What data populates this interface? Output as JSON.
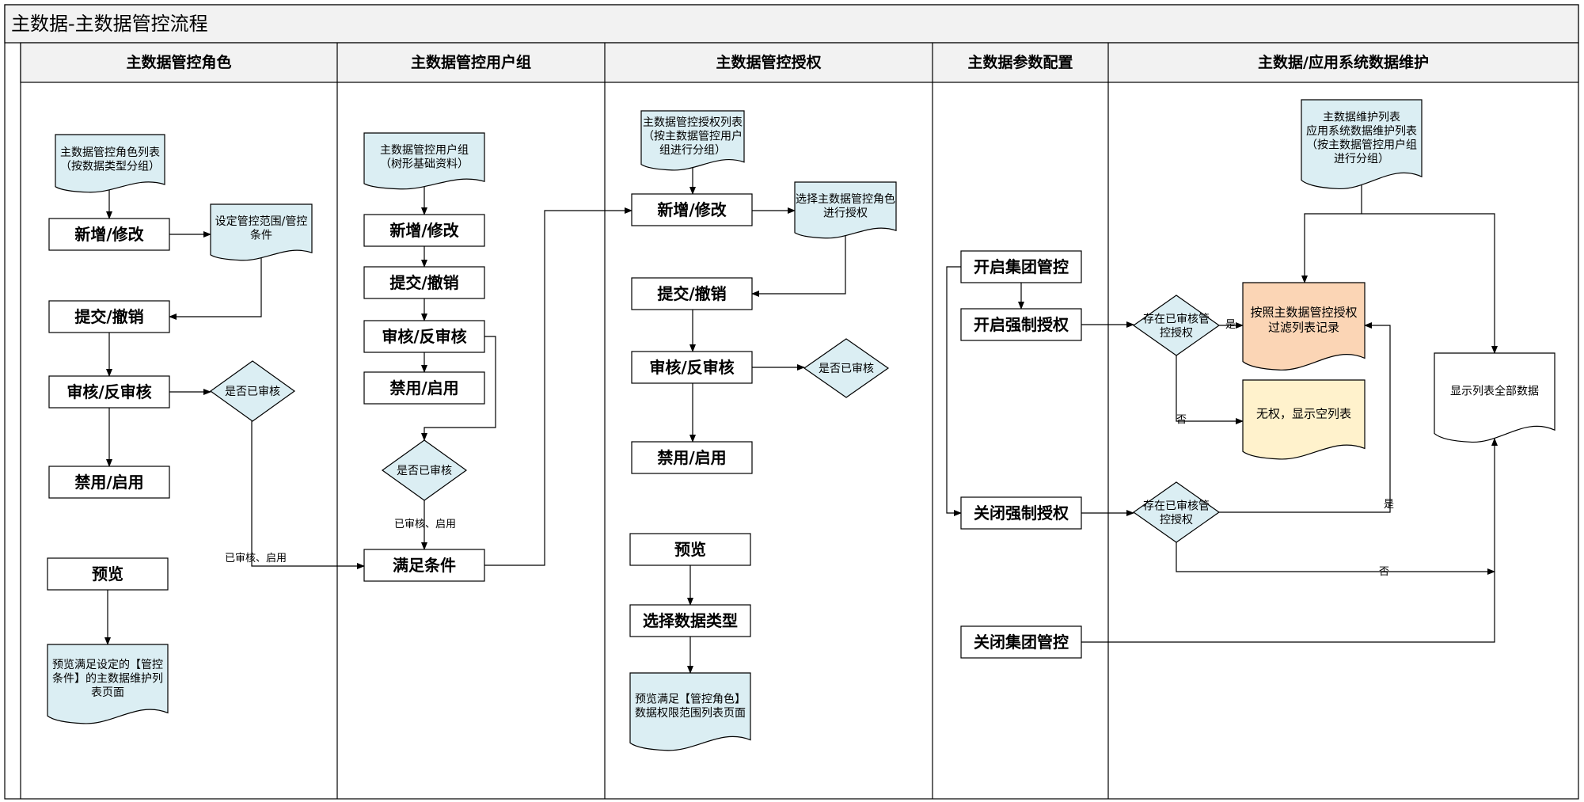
{
  "title": "主数据-主数据管控流程",
  "lanes": [
    {
      "id": "l1",
      "label": "主数据管控角色"
    },
    {
      "id": "l2",
      "label": "主数据管控用户组"
    },
    {
      "id": "l3",
      "label": "主数据管控授权"
    },
    {
      "id": "l4",
      "label": "主数据参数配置"
    },
    {
      "id": "l5",
      "label": "主数据/应用系统数据维护"
    }
  ],
  "nodes": [
    {
      "id": "n1",
      "shape": "doc",
      "lines": [
        "主数据管控角色列表",
        "（按数据类型分组）"
      ]
    },
    {
      "id": "n2",
      "shape": "box",
      "lines": [
        "新增/修改"
      ]
    },
    {
      "id": "n3",
      "shape": "doc",
      "lines": [
        "设定管控范围/管控",
        "条件"
      ]
    },
    {
      "id": "n4",
      "shape": "box",
      "lines": [
        "提交/撤销"
      ]
    },
    {
      "id": "n5",
      "shape": "box",
      "lines": [
        "审核/反审核"
      ]
    },
    {
      "id": "n6",
      "shape": "diamond",
      "lines": [
        "是否已审核"
      ]
    },
    {
      "id": "n7",
      "shape": "box",
      "lines": [
        "禁用/启用"
      ]
    },
    {
      "id": "n8",
      "shape": "box",
      "lines": [
        "预览"
      ]
    },
    {
      "id": "n9",
      "shape": "doc",
      "lines": [
        "预览满足设定的【管控",
        "条件】的主数据维护列",
        "表页面"
      ]
    },
    {
      "id": "m1",
      "shape": "doc",
      "lines": [
        "主数据管控用户组",
        "（树形基础资料）"
      ]
    },
    {
      "id": "m2",
      "shape": "box",
      "lines": [
        "新增/修改"
      ]
    },
    {
      "id": "m3",
      "shape": "box",
      "lines": [
        "提交/撤销"
      ]
    },
    {
      "id": "m4",
      "shape": "box",
      "lines": [
        "审核/反审核"
      ]
    },
    {
      "id": "m5",
      "shape": "box",
      "lines": [
        "禁用/启用"
      ]
    },
    {
      "id": "m6",
      "shape": "diamond",
      "lines": [
        "是否已审核"
      ]
    },
    {
      "id": "m7",
      "shape": "box",
      "lines": [
        "满足条件"
      ]
    },
    {
      "id": "p1",
      "shape": "doc",
      "lines": [
        "主数据管控授权列表",
        "（按主数据管控用户",
        "组进行分组）"
      ]
    },
    {
      "id": "p2",
      "shape": "box",
      "lines": [
        "新增/修改"
      ]
    },
    {
      "id": "p3",
      "shape": "doc",
      "lines": [
        "选择主数据管控角色",
        "进行授权"
      ]
    },
    {
      "id": "p4",
      "shape": "box",
      "lines": [
        "提交/撤销"
      ]
    },
    {
      "id": "p5",
      "shape": "box",
      "lines": [
        "审核/反审核"
      ]
    },
    {
      "id": "p6",
      "shape": "diamond",
      "lines": [
        "是否已审核"
      ]
    },
    {
      "id": "p7",
      "shape": "box",
      "lines": [
        "禁用/启用"
      ]
    },
    {
      "id": "p8",
      "shape": "box",
      "lines": [
        "预览"
      ]
    },
    {
      "id": "p9",
      "shape": "box",
      "lines": [
        "选择数据类型"
      ]
    },
    {
      "id": "p10",
      "shape": "doc",
      "lines": [
        "预览满足【管控角色】",
        "数据权限范围列表页面"
      ]
    },
    {
      "id": "q1",
      "shape": "box",
      "lines": [
        "开启集团管控"
      ]
    },
    {
      "id": "q2",
      "shape": "box",
      "lines": [
        "开启强制授权"
      ]
    },
    {
      "id": "q3",
      "shape": "box",
      "lines": [
        "关闭强制授权"
      ]
    },
    {
      "id": "q4",
      "shape": "box",
      "lines": [
        "关闭集团管控"
      ]
    },
    {
      "id": "r1",
      "shape": "doc",
      "lines": [
        "主数据维护列表",
        "应用系统数据维护列表",
        "（按主数据管控用户组",
        "进行分组）"
      ]
    },
    {
      "id": "r2",
      "shape": "diamond",
      "lines": [
        "存在已审核管",
        "控授权"
      ]
    },
    {
      "id": "r3",
      "shape": "doc",
      "lines": [
        "按照主数据管控授权",
        "过滤列表记录"
      ]
    },
    {
      "id": "r4",
      "shape": "doc",
      "lines": [
        "无权，显示空列表"
      ]
    },
    {
      "id": "r5",
      "shape": "doc",
      "lines": [
        "显示列表全部数据"
      ]
    },
    {
      "id": "r6",
      "shape": "diamond",
      "lines": [
        "存在已审核管",
        "控授权"
      ]
    }
  ],
  "edge_labels": [
    {
      "id": "e_n6_m7",
      "text": "已审核、启用"
    },
    {
      "id": "e_m6_m7",
      "text": "已审核、启用"
    },
    {
      "id": "e_r2_yes",
      "text": "是"
    },
    {
      "id": "e_r2_no",
      "text": "否"
    },
    {
      "id": "e_r6_yes",
      "text": "是"
    },
    {
      "id": "e_r6_no",
      "text": "否"
    }
  ],
  "colors": {
    "doc_fill": "#dbeef3",
    "box_fill": "#ffffff",
    "diamond_fill": "#dbeef3",
    "orange_fill": "#fbd5b5",
    "yellow_fill": "#fff2cc",
    "header_fill": "#f2f2f2",
    "line": "#000000"
  }
}
